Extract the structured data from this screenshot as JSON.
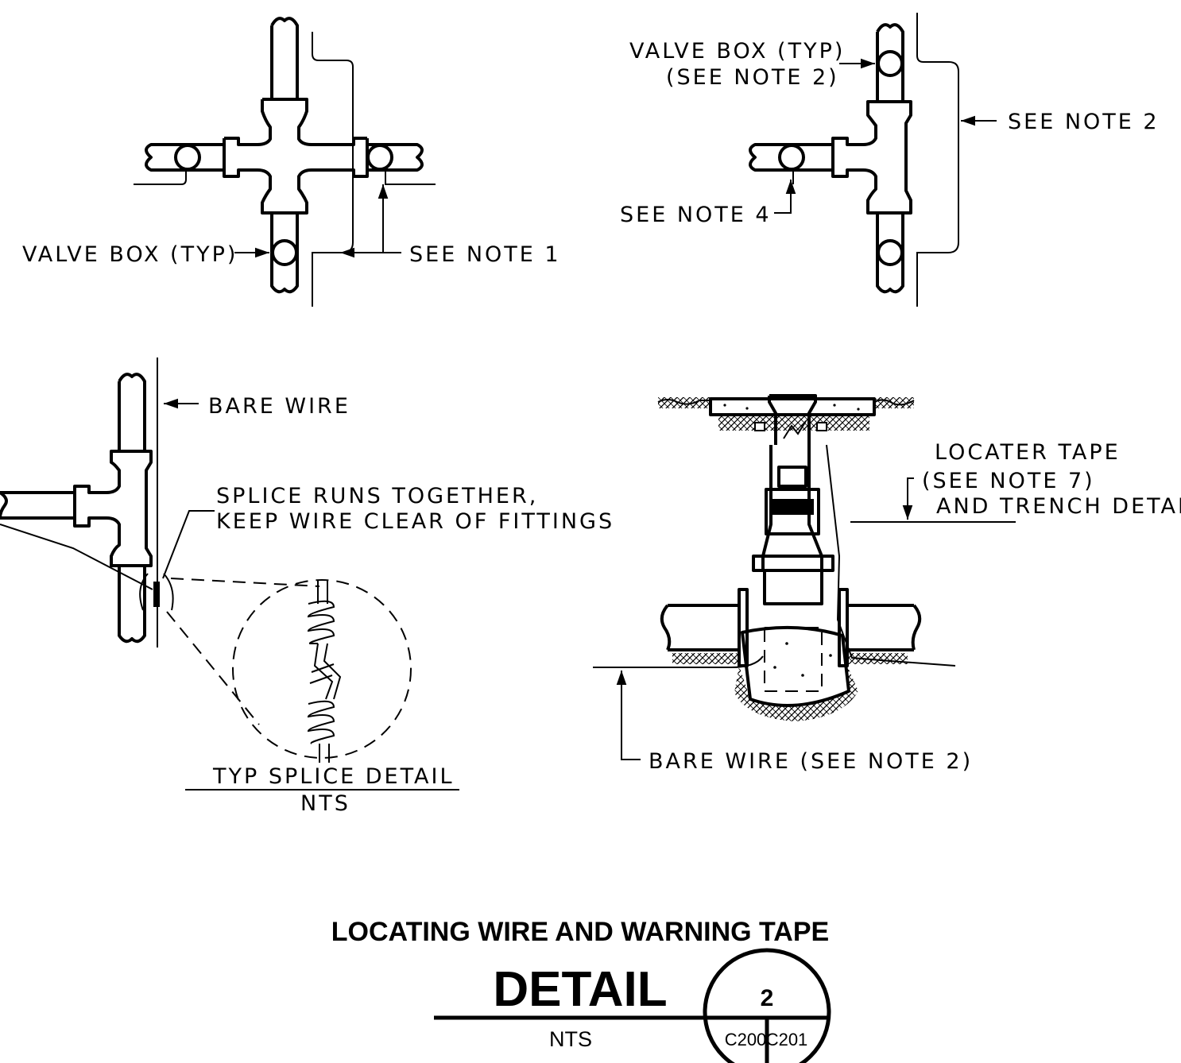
{
  "labels": {
    "valve_box_typ_top_right": "VALVE BOX (TYP)",
    "see_note_2_paren": "(SEE NOTE 2)",
    "see_note_2": "SEE NOTE 2",
    "see_note_4": "SEE NOTE 4",
    "valve_box_typ_left": "VALVE BOX (TYP)",
    "see_note_1": "SEE NOTE 1",
    "bare_wire": "BARE WIRE",
    "splice_line1": "SPLICE RUNS TOGETHER,",
    "splice_line2": "KEEP WIRE CLEAR OF FITTINGS",
    "typ_splice_detail": "TYP SPLICE DETAIL",
    "splice_nts": "NTS",
    "locater_line1": "LOCATER TAPE",
    "locater_line2": "(SEE NOTE 7)",
    "locater_line3": "AND TRENCH DETAIL",
    "bare_wire_note2": "BARE WIRE (SEE NOTE 2)"
  },
  "title": {
    "main": "LOCATING WIRE AND WARNING TAPE",
    "detail": "DETAIL",
    "nts": "NTS"
  },
  "callout": {
    "number": "2",
    "sheet_left": "C200",
    "sheet_right": "C201"
  }
}
